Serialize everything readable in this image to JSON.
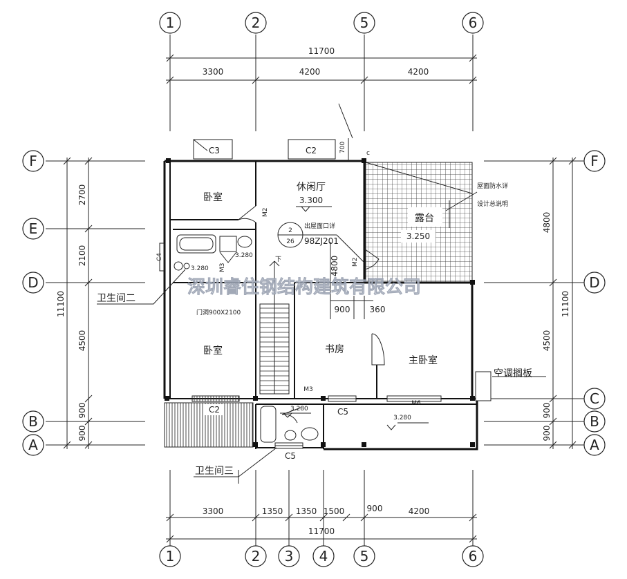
{
  "axes": {
    "vertical": [
      "1",
      "2",
      "3",
      "4",
      "5",
      "6"
    ],
    "horizontal": [
      "A",
      "B",
      "C",
      "D",
      "E",
      "F"
    ]
  },
  "dims": {
    "top_total": "11700",
    "top_parts": [
      "3300",
      "4200",
      "4200"
    ],
    "bottom_parts": [
      "3300",
      "1350",
      "1350",
      "1500",
      "900",
      "4200"
    ],
    "bottom_total": "11700",
    "left_total": "11100",
    "left_parts": [
      "2700",
      "2100",
      "4500",
      "900",
      "900"
    ],
    "right_total": "11100",
    "right_parts": [
      "4800",
      "4500",
      "900",
      "900"
    ],
    "window_height": "700",
    "door_width": "900",
    "door_offset": "360",
    "door_height": "4800"
  },
  "rooms": {
    "bedroom_nw": "卧室",
    "lounge": "休闲厅",
    "lounge_level": "3.300",
    "terrace": "露台",
    "terrace_level": "3.250",
    "bedroom_sw": "卧室",
    "study": "书房",
    "master": "主卧室",
    "bath3_level": "3.280",
    "balcony_level": "3.280",
    "bath2_level": "3.280",
    "bath1_level": "3.280"
  },
  "labels": {
    "bath2": "卫生间二",
    "bath3": "卫生间三",
    "ac_board": "空调搁板",
    "door_note": "门洞900X2100",
    "down": "下",
    "roof_note_1": "屋面防水详",
    "roof_note_2": "设计总说明",
    "detail_num": "2",
    "detail_sheet": "26",
    "detail_title": "出屋面口详",
    "detail_ref": "98ZJ201"
  },
  "tags": {
    "C3": "C3",
    "C2_top": "C2",
    "C2_bottom": "C2",
    "C4": "C4",
    "C5_a": "C5",
    "C5_b": "C5",
    "M2_a": "M2",
    "M2_b": "M2",
    "M3_a": "M3",
    "M3_b": "M3",
    "M6": "M6",
    "c_mark": "c"
  },
  "watermark": "深圳睿住钢结构建筑有限公司"
}
